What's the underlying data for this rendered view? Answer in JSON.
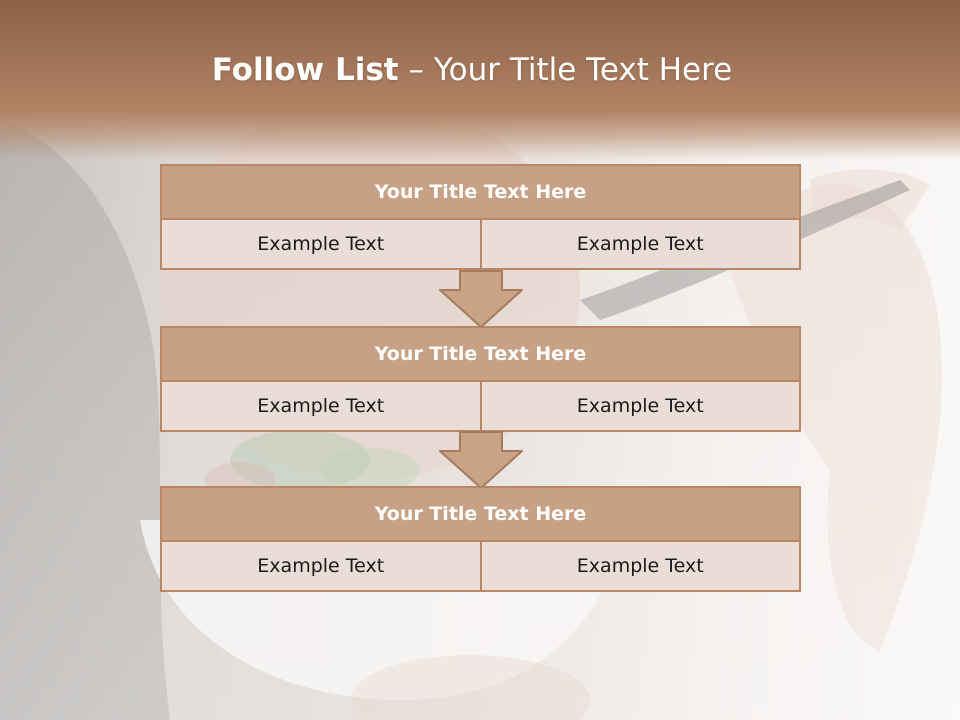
{
  "slide": {
    "title_bold": "Follow List",
    "title_rest": "– Your Title Text Here"
  },
  "blocks": [
    {
      "title": "Your Title Text Here",
      "left_text": "Example Text",
      "right_text": "Example Text"
    },
    {
      "title": "Your Title Text Here",
      "left_text": "Example Text",
      "right_text": "Example Text"
    },
    {
      "title": "Your Title Text Here",
      "left_text": "Example Text",
      "right_text": "Example Text"
    }
  ],
  "colors": {
    "title_band": "#a37659",
    "block_header": "#c7a185",
    "block_border": "#b98766",
    "block_cell": "#eaddd7",
    "arrow_fill": "#c9a385"
  },
  "background": {
    "image": "woman-eating-salad-photo"
  }
}
